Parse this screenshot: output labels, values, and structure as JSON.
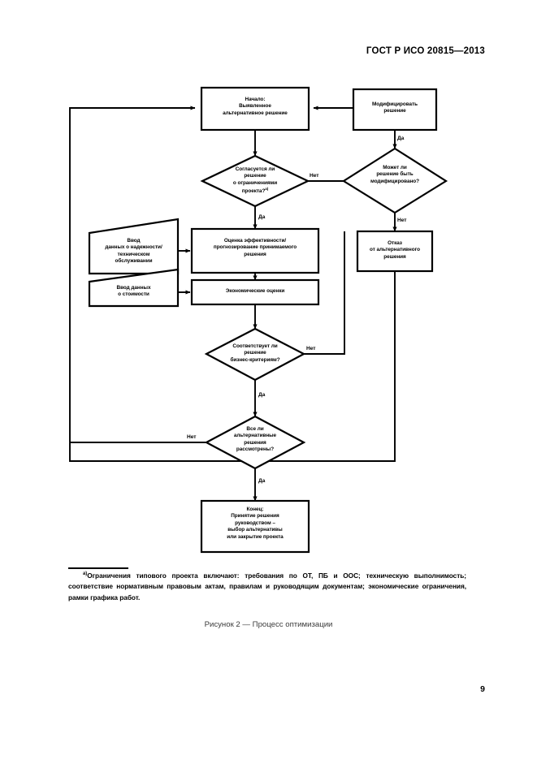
{
  "header": {
    "standard_title": "ГОСТ Р ИСО 20815—2013"
  },
  "figure": {
    "caption": "Рисунок 2 — Процесс оптимизации",
    "nodes": {
      "start": {
        "type": "process",
        "line1": "Начало:",
        "line2": "Выявленное",
        "line3": "альтернативное решение"
      },
      "modify_decision_box": {
        "type": "process",
        "line1": "Модифицировать",
        "line2": "решение"
      },
      "constraints_decision": {
        "type": "decision",
        "line1": "Согласуется ли",
        "line2": "решение",
        "line3": "о ограничениями",
        "line4": "проекта?",
        "footnote_mark": "a)"
      },
      "can_modify_decision": {
        "type": "decision",
        "line1": "Может ли",
        "line2": "решение быть",
        "line3": "модифицировано?"
      },
      "reliability_input": {
        "type": "input",
        "line1": "Ввод",
        "line2": "данных о надежности/",
        "line3": "техническом",
        "line4": "обслуживании"
      },
      "cost_input": {
        "type": "input",
        "line1": "Ввод данных",
        "line2": "о стоимости"
      },
      "performance_assessment": {
        "type": "process",
        "line1": "Оценка эффективности/",
        "line2": "прогнозирование принимаемого",
        "line3": "решения"
      },
      "economic_assessment": {
        "type": "process",
        "line1": "Экономические оценки"
      },
      "reject_alternative": {
        "type": "process",
        "line1": "Отказ",
        "line2": "от альтернативного",
        "line3": "решения"
      },
      "business_criteria_decision": {
        "type": "decision",
        "line1": "Соответствует ли",
        "line2": "решение",
        "line3": "бизнес-критериям?"
      },
      "all_alternatives_decision": {
        "type": "decision",
        "line1": "Все ли",
        "line2": "альтернативные",
        "line3": "решения",
        "line4": "рассмотрены?"
      },
      "end": {
        "type": "process",
        "line1": "Конец:",
        "line2": "Принятие решения",
        "line3": "руководством –",
        "line4": "выбор альтернативы",
        "line5": "или закрытие проекта"
      }
    },
    "edge_labels": {
      "constraints_no": "Нет",
      "constraints_yes": "Да",
      "can_modify_yes": "Да",
      "can_modify_no": "Нет",
      "business_no": "Нет",
      "business_yes": "Да",
      "all_alternatives_no": "Нет",
      "all_alternatives_yes": "Да"
    }
  },
  "footnote": {
    "mark": "a)",
    "line1": "Ограничения типового проекта включают: требования по ОТ, ПБ и ООС;",
    "line2": "техническую выполнимость; соответствие нормативным правовым актам, правилам и руководящим",
    "line3": "документам; экономические ограничения, рамки графика работ."
  },
  "page": {
    "number": "9"
  },
  "colors": {
    "ink": "#000000",
    "paper": "#ffffff",
    "caption": "#3a3a3a"
  }
}
